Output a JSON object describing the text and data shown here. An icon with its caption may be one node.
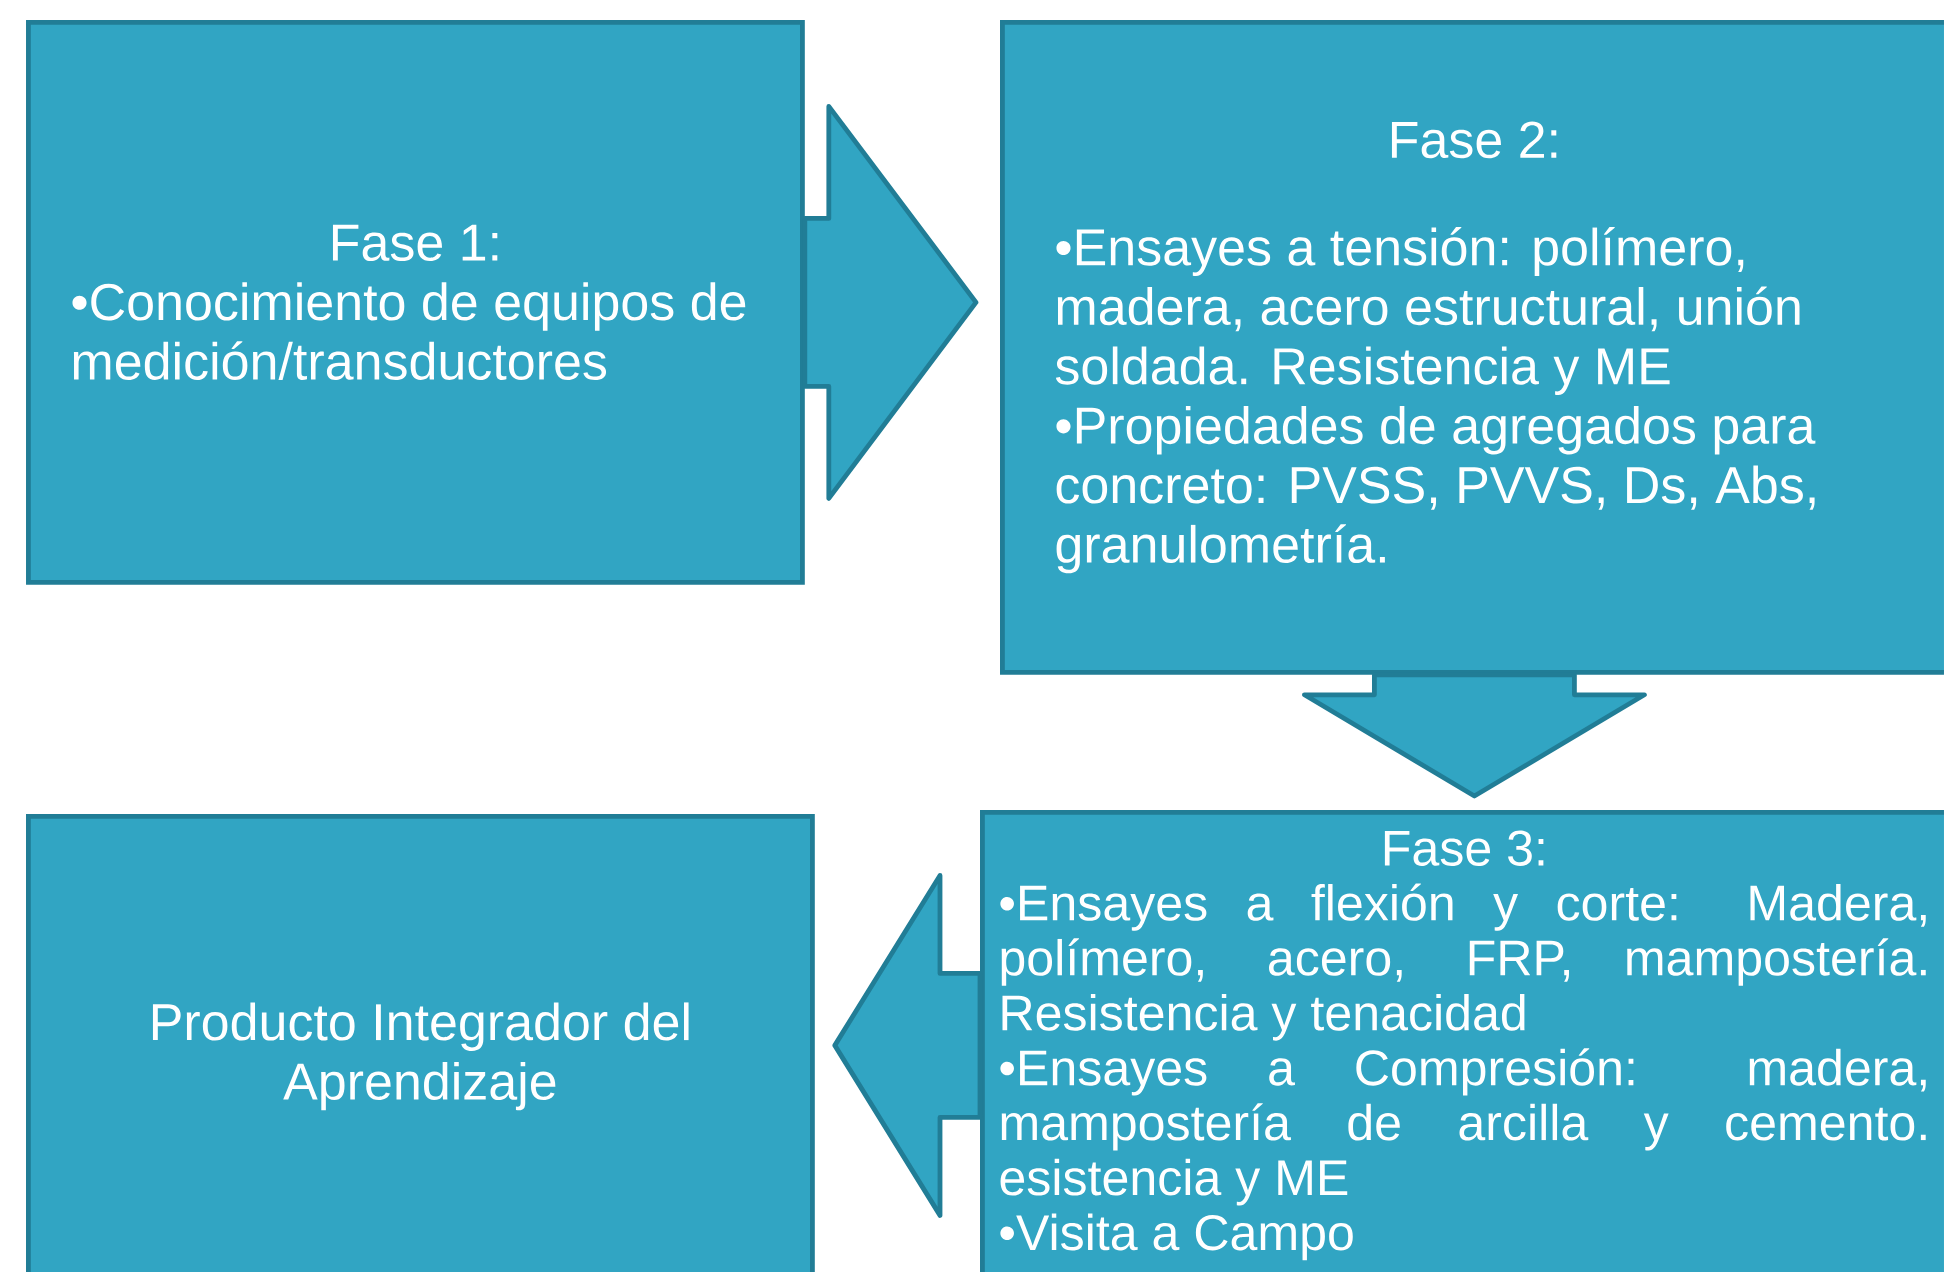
{
  "diagram": {
    "nodes": [
      {
        "text": [
          "Fase 1:",
          "•Conocimiento de equipos de medición/transductores"
        ]
      },
      {
        "text": [
          "Fase 2:",
          "•Ensayes a tensión: polímero, madera, acero estructural, unión soldada. Resistencia y ME",
          "•Propiedades de agregados para concreto: PVSS, PVVS, Ds, Abs, granulometría."
        ]
      },
      {
        "text": [
          "Fase 3:",
          "•Ensayes a flexión y corte: Madera, polímero, acero, FRP, mampostería. Resistencia y tenacidad",
          "•Ensayes a Compresión: madera, mampostería de arcilla y cemento. esistencia y ME",
          "•Visita a Campo"
        ]
      },
      {
        "text": [
          "Producto Integrador del Aprendizaje"
        ]
      }
    ],
    "edges": [
      {
        "from": 0,
        "to": 1,
        "arrow": "to"
      },
      {
        "from": 1,
        "to": 2,
        "arrow": "to"
      },
      {
        "from": 2,
        "to": 3,
        "arrow": "to"
      }
    ]
  }
}
